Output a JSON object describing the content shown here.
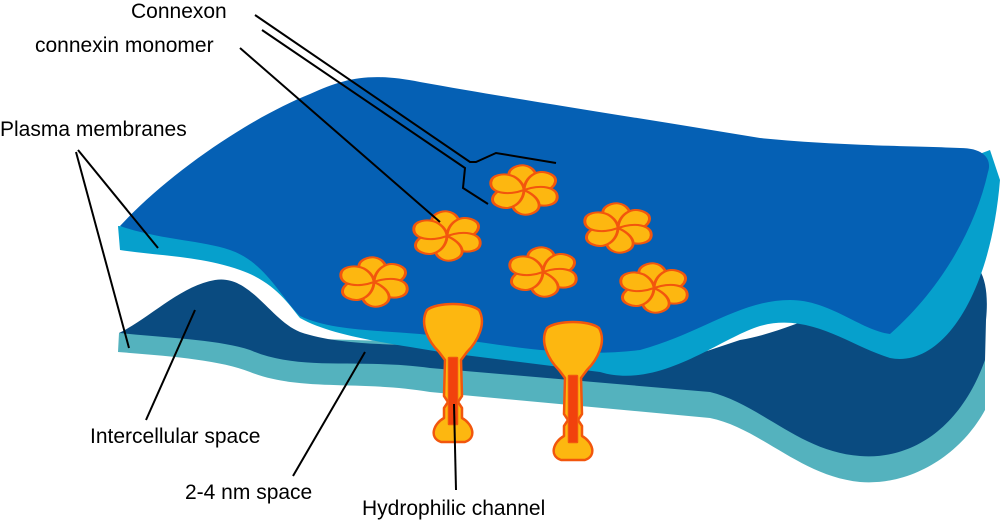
{
  "labels": {
    "connexon": "Connexon",
    "connexin_monomer": "connexin monomer",
    "plasma_membranes": "Plasma membranes",
    "intercellular_space": "Intercellular space",
    "nm_space": "2-4 nm space",
    "hydrophilic_channel": "Hydrophilic channel"
  },
  "colors": {
    "upper_membrane_top": "#0560b4",
    "upper_membrane_edge": "#06a0cc",
    "lower_membrane_top": "#0a4b80",
    "lower_membrane_edge": "#54b2be",
    "connexon_fill": "#fdb710",
    "connexon_outline": "#f2560d",
    "channel_core": "#f1420d"
  }
}
